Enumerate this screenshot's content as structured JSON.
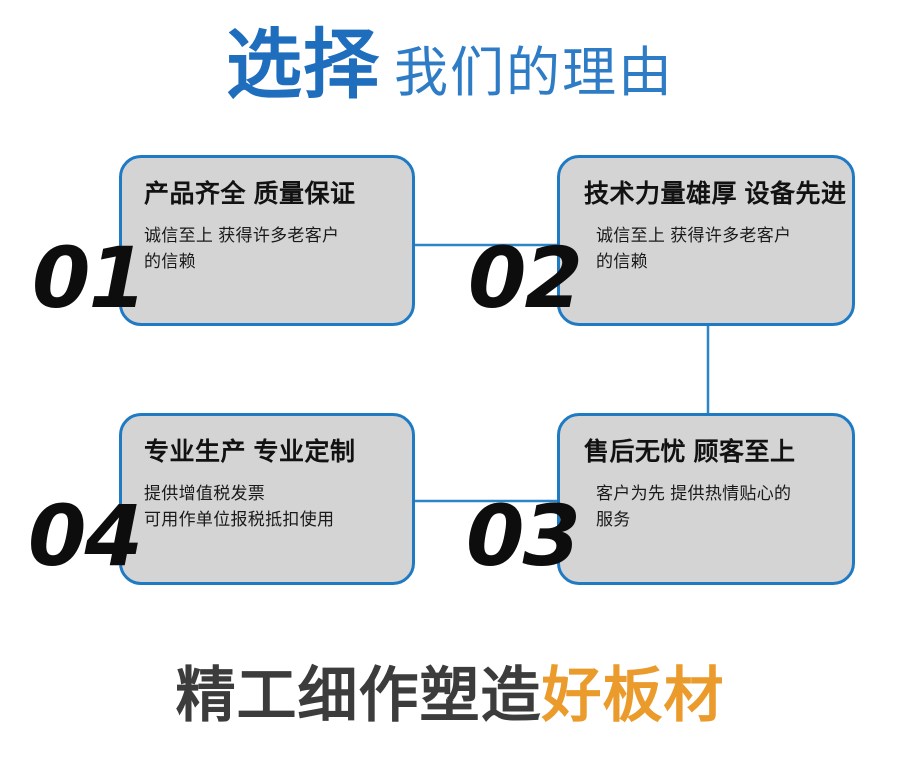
{
  "header": {
    "strong": "选择",
    "light": "我们的理由",
    "strong_color": "#1f6dbd",
    "light_color": "#2f7cc6"
  },
  "cards": [
    {
      "number": "01",
      "title": "产品齐全 质量保证",
      "body_lines": [
        "诚信至上 获得许多老客户",
        "的信赖"
      ]
    },
    {
      "number": "02",
      "title": "技术力量雄厚 设备先进",
      "body_lines": [
        "诚信至上 获得许多老客户",
        "的信赖"
      ]
    },
    {
      "number": "03",
      "title": "售后无忧 顾客至上",
      "body_lines": [
        "客户为先 提供热情贴心的",
        "服务"
      ]
    },
    {
      "number": "04",
      "title": "专业生产 专业定制",
      "body_lines": [
        "提供增值税发票",
        "可用作单位报税抵扣使用"
      ]
    }
  ],
  "footer": {
    "dark": "精工细作塑造",
    "accent": "好板材",
    "dark_color": "#3c3c3c",
    "accent_color": "#ea9b2b"
  },
  "theme": {
    "card_fill": "#d4d4d4",
    "card_border": "#1f7ac4",
    "connector_color": "#2b86c9",
    "background": "#ffffff"
  }
}
